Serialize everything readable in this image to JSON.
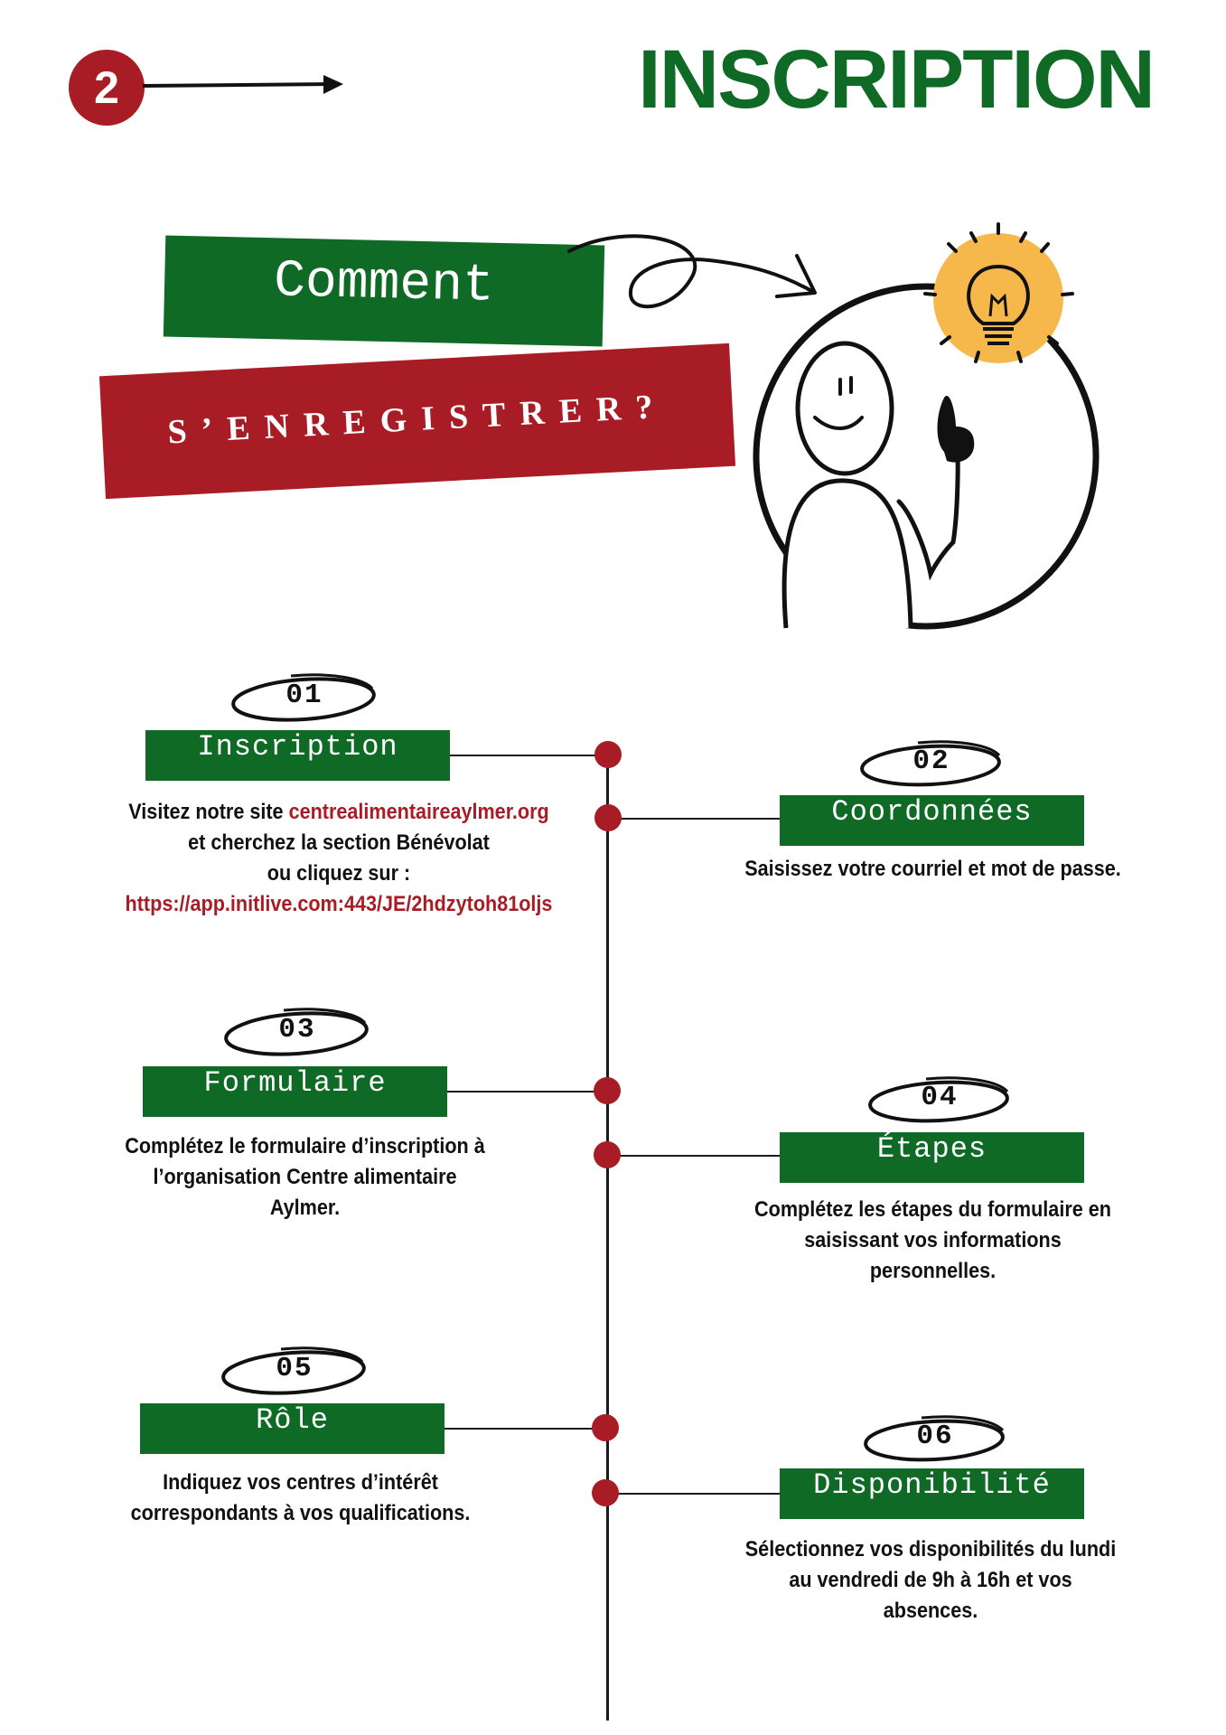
{
  "header": {
    "step_number": "2",
    "title": "INSCRIPTION"
  },
  "hero": {
    "line1": "Comment",
    "line2": "S’ENREGISTRER?"
  },
  "colors": {
    "green": "#0f6a26",
    "red": "#a81d25",
    "bulb_yellow": "#f7b84b"
  },
  "steps": [
    {
      "number": "01",
      "label": "Inscription",
      "text_before_link": "Visitez notre site ",
      "site_link": "centrealimentaireaylmer.org",
      "text_middle_1": "et cherchez la section Bénévolat",
      "text_middle_2": "ou cliquez sur :",
      "url_link": "https://app.initlive.com:443/JE/2hdzytoh81oljs"
    },
    {
      "number": "02",
      "label": "Coordonnées",
      "description": "Saisissez votre courriel et mot de passe."
    },
    {
      "number": "03",
      "label": "Formulaire",
      "description": "Complétez le formulaire d’inscription à l’organisation Centre alimentaire Aylmer."
    },
    {
      "number": "04",
      "label": "Étapes",
      "description": "Complétez les étapes du formulaire en saisissant vos informations personnelles."
    },
    {
      "number": "05",
      "label": "Rôle",
      "description": "Indiquez vos centres d’intérêt correspondants à vos qualifications."
    },
    {
      "number": "06",
      "label": "Disponibilité",
      "description": "Sélectionnez vos disponibilités du lundi au vendredi de 9h à 16h et vos absences."
    }
  ]
}
